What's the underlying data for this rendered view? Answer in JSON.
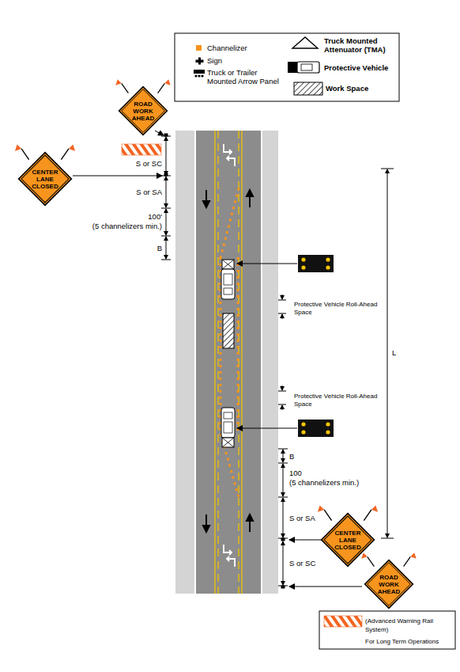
{
  "diagram": {
    "nodes": [
      {
        "text": [
          "ROAD WORK AHEAD"
        ]
      },
      {
        "text": [
          "CENTER LANE CLOSED"
        ]
      },
      {
        "text": [
          "CENTER LANE CLOSED"
        ]
      },
      {
        "text": [
          "ROAD WORK AHEAD"
        ]
      }
    ],
    "labels": [
      "S or SC",
      "S or SA",
      "100'",
      "(5 channelizers min.)",
      "B",
      "Protective Vehicle Roll-Ahead Space",
      "Protective Vehicle Roll-Ahead Space",
      "L",
      "B",
      "100",
      "(5 channelizers min.)",
      "S or SA",
      "S or SC",
      "For Long Term Operations"
    ],
    "legend": [
      {
        "text": "Channelizer",
        "color": "#f7941d"
      },
      {
        "text": "Sign"
      },
      {
        "text": "Truck or Trailer Mounted Arrow Panel"
      },
      {
        "text": "Truck Mounted Attenuator (TMA)"
      },
      {
        "text": "Protective Vehicle"
      },
      {
        "text": "Work Space"
      },
      {
        "text": "(Advanced Warning Rail System)"
      }
    ]
  }
}
